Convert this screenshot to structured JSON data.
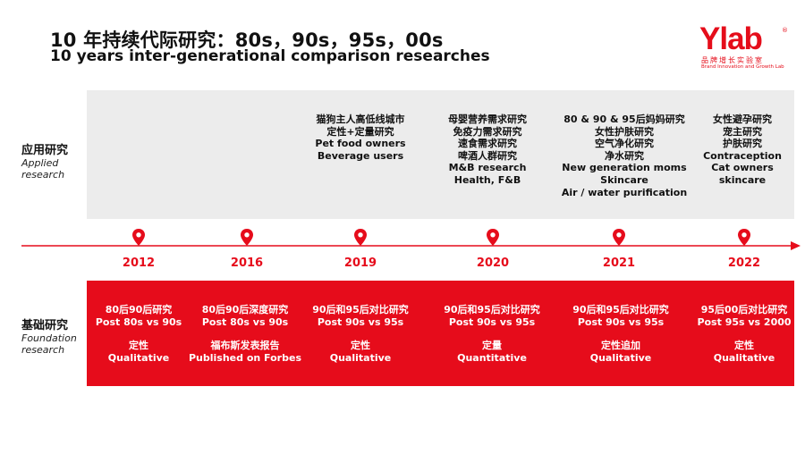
{
  "title": {
    "zh": "10 年持续代际研究：80s，90s，95s，00s",
    "en": "10 years inter-generational comparison researches"
  },
  "logo": {
    "word": "Ylab",
    "reg": "®",
    "zh": "品牌增长实验室",
    "en": "Brand Innovation and Growth Lab"
  },
  "rows": {
    "applied": {
      "zh": "应用研究",
      "en1": "Applied",
      "en2": "research"
    },
    "foundation": {
      "zh": "基础研究",
      "en1": "Foundation",
      "en2": "research"
    }
  },
  "colors": {
    "accent": "#e60c1b",
    "panel_gray": "#ececec"
  },
  "timeline": {
    "years": [
      "2012",
      "2016",
      "2019",
      "2020",
      "2021",
      "2022"
    ]
  },
  "applied_research": [
    {
      "year": "2019",
      "lines": [
        "猫狗主人高低线城市",
        "定性+定量研究",
        "Pet food owners",
        "Beverage users"
      ]
    },
    {
      "year": "2020",
      "lines": [
        "母婴营养需求研究",
        "免疫力需求研究",
        "速食需求研究",
        "啤酒人群研究",
        "M&B research",
        "Health, F&B"
      ]
    },
    {
      "year": "2021",
      "lines": [
        "80 & 90 & 95后妈妈研究",
        "女性护肤研究",
        "空气净化研究",
        "净水研究",
        "New generation moms",
        "Skincare",
        "Air / water purification"
      ]
    },
    {
      "year": "2022",
      "lines": [
        "女性避孕研究",
        "宠主研究",
        "护肤研究",
        "Contraception",
        "Cat owners",
        "skincare"
      ]
    }
  ],
  "foundation_research": [
    {
      "year": "2012",
      "topic_zh": "80后90后研究",
      "topic_en": "Post 80s vs 90s",
      "method_zh": "定性",
      "method_en": "Qualitative"
    },
    {
      "year": "2016",
      "topic_zh": "80后90后深度研究",
      "topic_en": "Post 80s vs 90s",
      "method_zh": "福布斯发表报告",
      "method_en": "Published on Forbes"
    },
    {
      "year": "2019",
      "topic_zh": "90后和95后对比研究",
      "topic_en": "Post 90s vs 95s",
      "method_zh": "定性",
      "method_en": "Qualitative"
    },
    {
      "year": "2020",
      "topic_zh": "90后和95后对比研究",
      "topic_en": "Post 90s vs 95s",
      "method_zh": "定量",
      "method_en": "Quantitative"
    },
    {
      "year": "2021",
      "topic_zh": "90后和95后对比研究",
      "topic_en": "Post 90s vs 95s",
      "method_zh": "定性追加",
      "method_en": "Qualitative"
    },
    {
      "year": "2022",
      "topic_zh": "95后00后对比研究",
      "topic_en": "Post 95s vs 2000",
      "method_zh": "定性",
      "method_en": "Qualitative"
    }
  ]
}
